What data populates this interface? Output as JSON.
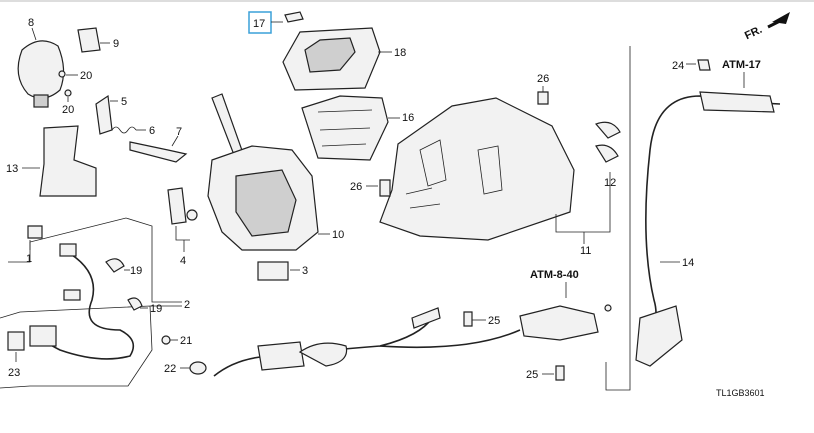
{
  "direction_label": "FR.",
  "diagram_code": "TL1GB3601",
  "references": [
    "ATM-17",
    "ATM-8-40"
  ],
  "callouts": {
    "c1": "1",
    "c2": "2",
    "c3": "3",
    "c4": "4",
    "c5": "5",
    "c6": "6",
    "c7": "7",
    "c8": "8",
    "c9": "9",
    "c10": "10",
    "c11": "11",
    "c12": "12",
    "c13": "13",
    "c14": "14",
    "c16": "16",
    "c17": "17",
    "c18": "18",
    "c19a": "19",
    "c19b": "19",
    "c20a": "20",
    "c20b": "20",
    "c21": "21",
    "c22": "22",
    "c23": "23",
    "c24": "24",
    "c25a": "25",
    "c25b": "25",
    "c26a": "26",
    "c26b": "26"
  },
  "highlight_color": "#3aa0d8"
}
